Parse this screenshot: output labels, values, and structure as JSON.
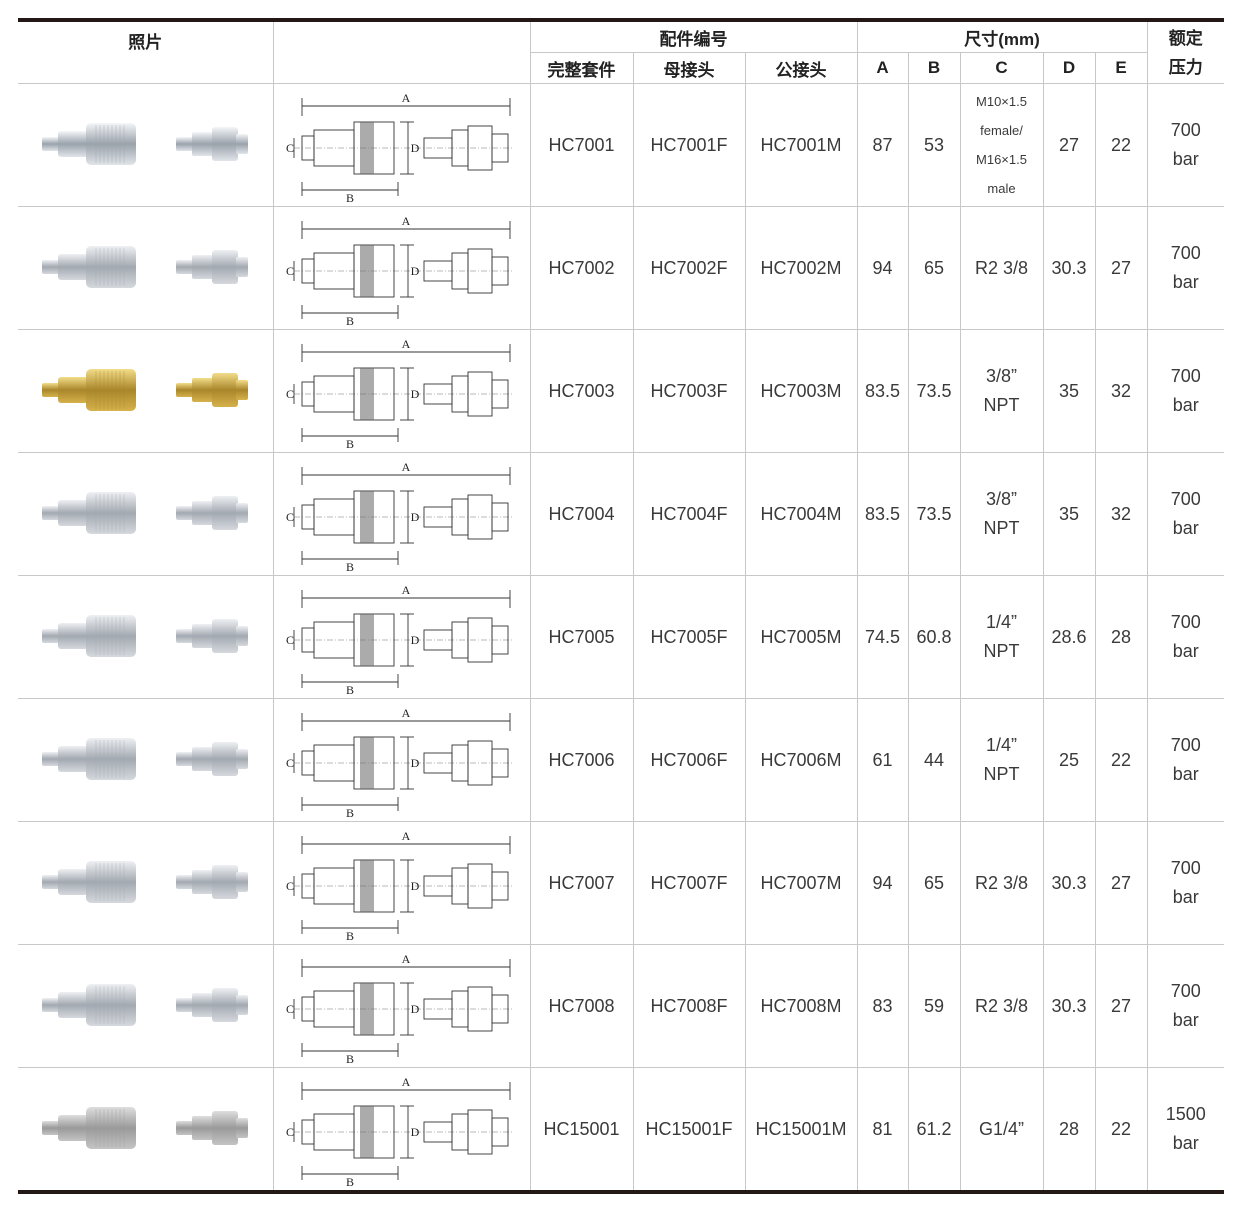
{
  "header": {
    "photo": "照片",
    "part_no": "配件编号",
    "full_set": "完整套件",
    "female": "母接头",
    "male": "公接头",
    "size": "尺寸(mm)",
    "dims": [
      "A",
      "B",
      "C",
      "D",
      "E"
    ],
    "pressure_line1": "额定",
    "pressure_line2": "压力"
  },
  "diagram_labels": {
    "a": "A",
    "b": "B",
    "c": "C",
    "d": "D"
  },
  "colors": {
    "rule": "#231815",
    "grid": "#c8c8c8",
    "brass": "#c9a640",
    "steel": "#c8ccd2"
  },
  "rows": [
    {
      "set": "HC7001",
      "female": "HC7001F",
      "male": "HC7001M",
      "a": "87",
      "b": "53",
      "c": [
        "M10×1.5",
        "female/",
        "M16×1.5",
        "male"
      ],
      "c_small": true,
      "d": "27",
      "e": "22",
      "p": [
        "700",
        "bar"
      ],
      "finish": "chrome"
    },
    {
      "set": "HC7002",
      "female": "HC7002F",
      "male": "HC7002M",
      "a": "94",
      "b": "65",
      "c": [
        "R2 3/8"
      ],
      "d": "30.3",
      "e": "27",
      "p": [
        "700",
        "bar"
      ],
      "finish": "steel"
    },
    {
      "set": "HC7003",
      "female": "HC7003F",
      "male": "HC7003M",
      "a": "83.5",
      "b": "73.5",
      "c": [
        "3/8”",
        "NPT"
      ],
      "d": "35",
      "e": "32",
      "p": [
        "700",
        "bar"
      ],
      "finish": "brass"
    },
    {
      "set": "HC7004",
      "female": "HC7004F",
      "male": "HC7004M",
      "a": "83.5",
      "b": "73.5",
      "c": [
        "3/8”",
        "NPT"
      ],
      "d": "35",
      "e": "32",
      "p": [
        "700",
        "bar"
      ],
      "finish": "steel"
    },
    {
      "set": "HC7005",
      "female": "HC7005F",
      "male": "HC7005M",
      "a": "74.5",
      "b": "60.8",
      "c": [
        "1/4”",
        "NPT"
      ],
      "d": "28.6",
      "e": "28",
      "p": [
        "700",
        "bar"
      ],
      "finish": "steel"
    },
    {
      "set": "HC7006",
      "female": "HC7006F",
      "male": "HC7006M",
      "a": "61",
      "b": "44",
      "c": [
        "1/4”",
        "NPT"
      ],
      "d": "25",
      "e": "22",
      "p": [
        "700",
        "bar"
      ],
      "finish": "steel"
    },
    {
      "set": "HC7007",
      "female": "HC7007F",
      "male": "HC7007M",
      "a": "94",
      "b": "65",
      "c": [
        "R2 3/8"
      ],
      "d": "30.3",
      "e": "27",
      "p": [
        "700",
        "bar"
      ],
      "finish": "steel"
    },
    {
      "set": "HC7008",
      "female": "HC7008F",
      "male": "HC7008M",
      "a": "83",
      "b": "59",
      "c": [
        "R2 3/8"
      ],
      "d": "30.3",
      "e": "27",
      "p": [
        "700",
        "bar"
      ],
      "finish": "steel"
    },
    {
      "set": "HC15001",
      "female": "HC15001F",
      "male": "HC15001M",
      "a": "81",
      "b": "61.2",
      "c": [
        "G1/4”"
      ],
      "d": "28",
      "e": "22",
      "p": [
        "1500",
        "bar"
      ],
      "finish": "grey"
    }
  ]
}
